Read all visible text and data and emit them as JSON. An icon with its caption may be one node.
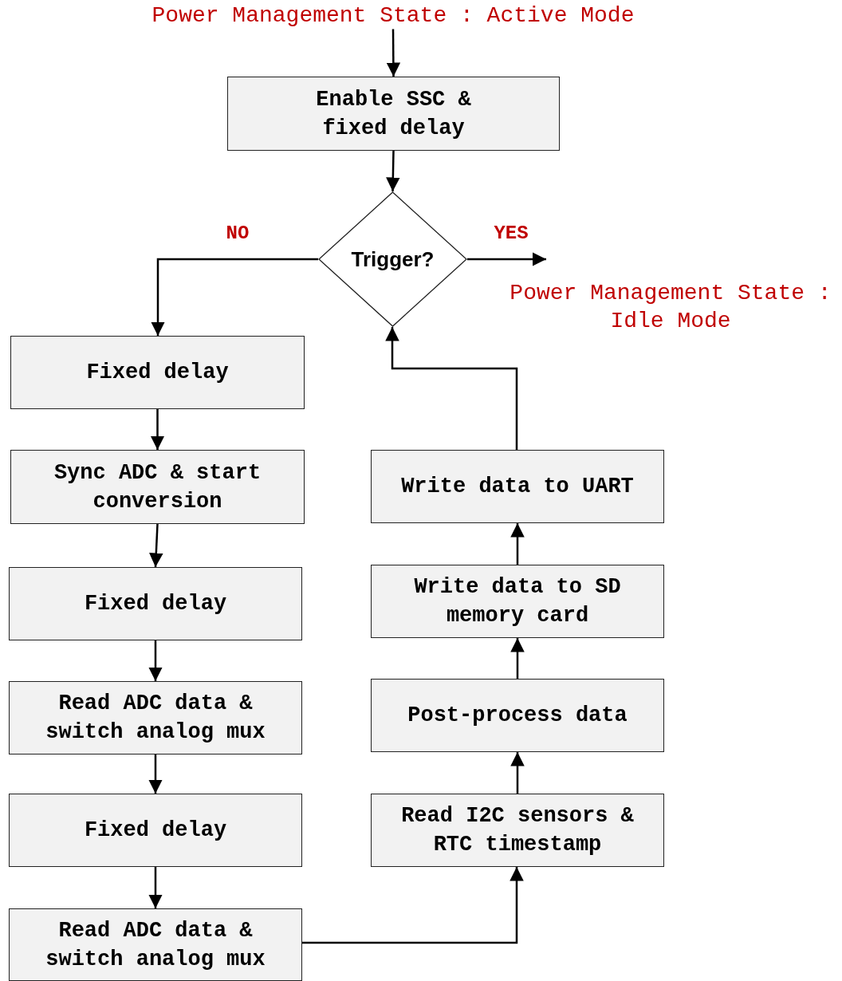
{
  "diagram": {
    "nodes": [
      {
        "text": [
          "Power Management State : Active Mode"
        ]
      },
      {
        "text": [
          "Enable SSC & fixed delay"
        ]
      },
      {
        "text": [
          "Trigger?"
        ]
      },
      {
        "text": [
          "Fixed delay"
        ]
      },
      {
        "text": [
          "Sync ADC & start conversion"
        ]
      },
      {
        "text": [
          "Fixed delay"
        ]
      },
      {
        "text": [
          "Read ADC data & switch analog mux"
        ]
      },
      {
        "text": [
          "Fixed delay"
        ]
      },
      {
        "text": [
          "Read ADC data & switch analog mux"
        ]
      },
      {
        "text": [
          "Read I2C sensors & RTC timestamp"
        ]
      },
      {
        "text": [
          "Post-process data"
        ]
      },
      {
        "text": [
          "Write data to SD memory card"
        ]
      },
      {
        "text": [
          "Write data to UART"
        ]
      }
    ],
    "edges": [
      {
        "from": 0,
        "to": 1,
        "arrow": "to"
      },
      {
        "from": 1,
        "to": 2,
        "arrow": "to"
      },
      {
        "from": 2,
        "to": 3,
        "arrow": "to",
        "label": "NO"
      },
      {
        "from": 2,
        "to": null,
        "arrow": "to",
        "label": "YES"
      },
      {
        "from": 3,
        "to": 4,
        "arrow": "to"
      },
      {
        "from": 4,
        "to": 5,
        "arrow": "to"
      },
      {
        "from": 5,
        "to": 6,
        "arrow": "to"
      },
      {
        "from": 6,
        "to": 7,
        "arrow": "to"
      },
      {
        "from": 7,
        "to": 8,
        "arrow": "to"
      },
      {
        "from": 8,
        "to": 9,
        "arrow": "to"
      },
      {
        "from": 9,
        "to": 10,
        "arrow": "to"
      },
      {
        "from": 10,
        "to": 11,
        "arrow": "to"
      },
      {
        "from": 11,
        "to": 12,
        "arrow": "to"
      },
      {
        "from": 12,
        "to": 2,
        "arrow": "to"
      }
    ],
    "labels": [
      "Power Management State : Idle Mode"
    ]
  }
}
